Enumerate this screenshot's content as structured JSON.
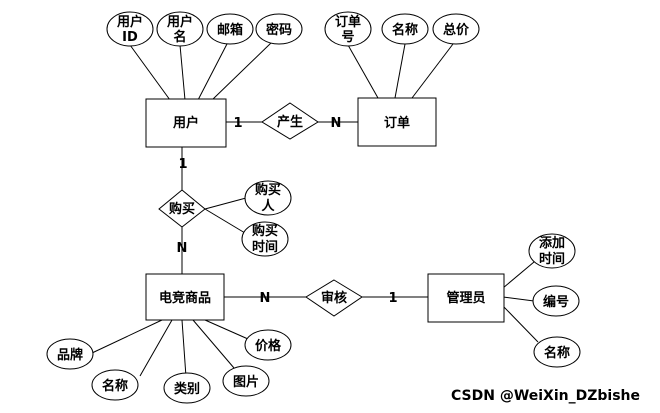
{
  "entities": {
    "user": "用户",
    "order": "订单",
    "product": "电竞商品",
    "admin": "管理员"
  },
  "relations": {
    "produce": "产生",
    "purchase": "购买",
    "review": "审核"
  },
  "attributes": {
    "user_id": [
      "用户",
      "ID"
    ],
    "user_name": [
      "用户",
      "名"
    ],
    "user_email": [
      "邮箱"
    ],
    "user_password": [
      "密码"
    ],
    "order_no": [
      "订单",
      "号"
    ],
    "order_name": [
      "名称"
    ],
    "order_total": [
      "总价"
    ],
    "purchase_person": [
      "购买",
      "人"
    ],
    "purchase_time": [
      "购买",
      "时间"
    ],
    "admin_added_time": [
      "添加",
      "时间"
    ],
    "admin_no": [
      "编号"
    ],
    "admin_name": [
      "名称"
    ],
    "product_brand": [
      "品牌"
    ],
    "product_name": [
      "名称"
    ],
    "product_category": [
      "类别"
    ],
    "product_image": [
      "图片"
    ],
    "product_price": [
      "价格"
    ]
  },
  "cardinalities": {
    "user_produce": "1",
    "produce_order": "N",
    "user_purchase": "1",
    "purchase_product": "N",
    "product_review": "N",
    "review_admin": "1"
  },
  "watermark": "CSDN @WeiXin_DZbishe"
}
